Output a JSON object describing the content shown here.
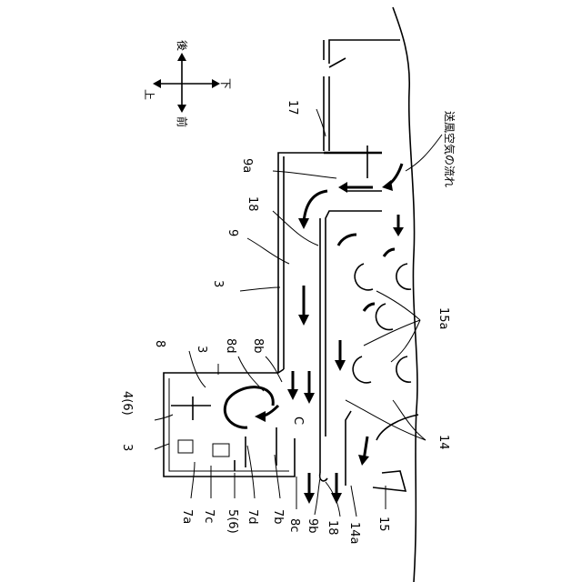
{
  "compass": {
    "up": "上",
    "down": "下",
    "front": "前",
    "back": "後"
  },
  "flow_label": "送風空気の流れ",
  "labels": {
    "l17": "17",
    "l9a": "9a",
    "l18_top": "18",
    "l9": "9",
    "l3_top": "3",
    "l8": "8",
    "l3_mid": "3",
    "l8d": "8d",
    "l8b": "8b",
    "l4_6": "4(6)",
    "l3_left": "3",
    "lC": "C",
    "l15a": "15a",
    "l14": "14",
    "l7a": "7a",
    "l7c": "7c",
    "l5_6": "5(6)",
    "l7d": "7d",
    "l7b": "7b",
    "l8c": "8c",
    "l9b": "9b",
    "l18_bot": "18",
    "l14a": "14a",
    "l15": "15"
  }
}
